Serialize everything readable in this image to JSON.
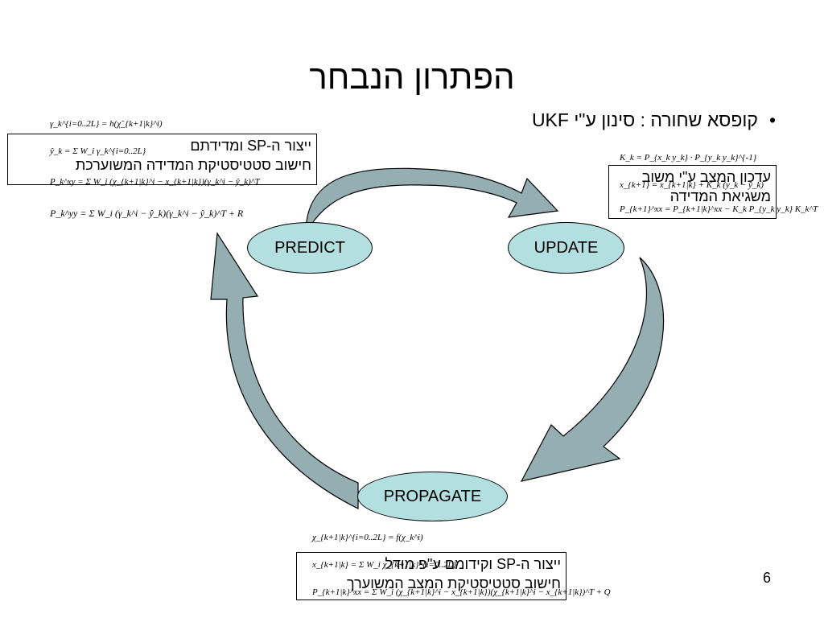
{
  "slide": {
    "title": "הפתרון הנבחר",
    "bullet_symbol": "•",
    "bullet_text": "קופסא שחורה : סינון ע\"י UKF",
    "page_number": "6"
  },
  "predict_box": {
    "line1": "ייצור ה-SP ומדידתם",
    "line2": "חישוב סטטיסטיקת המדידה המשוערכת"
  },
  "update_box": {
    "line1": "עדכון המצב ע\"י משוב",
    "line2": "משגיאת המדידה"
  },
  "propagate_box": {
    "line1": "ייצור ה-SP וקידומם ע\"פ מודל",
    "line2": "חישוב סטטיסטיקת המצב המשוערך"
  },
  "nodes": {
    "predict": "PREDICT",
    "update": "UPDATE",
    "propagate": "PROPAGATE"
  },
  "formulas": {
    "predict": [
      "γ_k^{i=0..2L} = h(χ̃_{k+1|k}^i)",
      "ŷ_k = Σ W_i γ_k^{i=0..2L}",
      "P_k^xy = Σ W_i (χ_{k+1|k}^i − x_{k+1|k})(γ_k^i − ŷ_k)^T",
      "P_k^yy = Σ W_i (γ_k^i − ŷ_k)(γ_k^i − ŷ_k)^T + R"
    ],
    "update": [
      "K_k = P_{x_k y_k} · P_{y_k y_k}^{-1}",
      "x_{k+1} = x_{k+1|k} + K_k (y_k − ŷ_k)",
      "P_{k+1}^xx = P_{k+1|k}^xx − K_k P_{y_k y_k} K_k^T"
    ],
    "propagate": [
      "χ_{k+1|k}^{i=0..2L} = f(χ_k^i)",
      "x_{k+1|k} = Σ W_i χ_{k+1|k}^{i=0..2L}",
      "P_{k+1|k}^xx = Σ W_i (χ_{k+1|k}^i − x_{k+1|k})(χ_{k+1|k}^i − x_{k+1|k})^T + Q"
    ]
  },
  "colors": {
    "node_fill": "#b3dfe0",
    "arrow_fill": "#95aeb2"
  }
}
